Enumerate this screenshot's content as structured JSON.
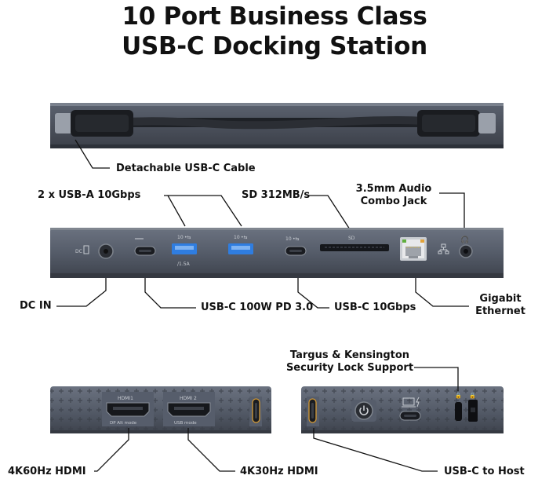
{
  "title": {
    "line1": "10 Port Business Class",
    "line2": "USB-C Docking Station"
  },
  "labels": {
    "cable": "Detachable USB-C Cable",
    "usb_a": "2 x USB-A 10Gbps",
    "sd": "SD 312MB/s",
    "audio_line1": "3.5mm Audio",
    "audio_line2": "Combo Jack",
    "dc_in": "DC IN",
    "usbc_pd": "USB-C 100W PD 3.0",
    "usbc_10": "USB-C 10Gbps",
    "gigabit_line1": "Gigabit",
    "gigabit_line2": "Ethernet",
    "lock_line1": "Targus & Kensington",
    "lock_line2": "Security Lock Support",
    "hdmi_4k60": "4K60Hz HDMI",
    "hdmi_4k30": "4K30Hz HDMI",
    "usbc_host": "USB-C to Host"
  },
  "port_marks": {
    "dc": "DC",
    "usb_speed_1": "10",
    "usb_speed_2": "10",
    "usb_speed_3": "10",
    "usb_amp": "/1.5A",
    "sd": "SD",
    "hdmi1": "HDMI1",
    "hdmi1_mode": "DP Alt mode",
    "hdmi2": "HDMI 2",
    "hdmi2_mode": "USB mode"
  },
  "colors": {
    "device_body": "#565d6b",
    "device_dark": "#3a3f4a",
    "port_blue": "#2f7de0",
    "ethernet_green": "#5fae3d",
    "ethernet_orange": "#e2a33a"
  }
}
